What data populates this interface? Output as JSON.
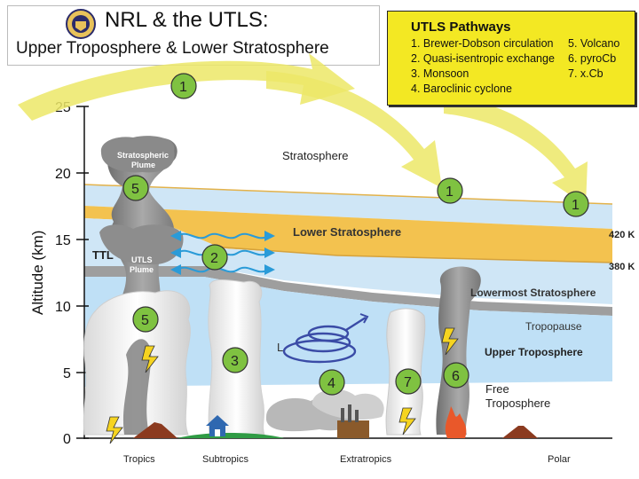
{
  "title": {
    "line1": "NRL & the UTLS:",
    "line2": "Upper Troposphere & Lower Stratosphere"
  },
  "legend": {
    "title": "UTLS Pathways",
    "items": [
      "1. Brewer-Dobson circulation",
      "2. Quasi-isentropic exchange",
      "3. Monsoon",
      "4. Baroclinic cyclone",
      "5. Volcano",
      "6. pyroCb",
      "7. x.Cb"
    ]
  },
  "axis": {
    "label": "Altitude (km)",
    "ticks": [
      "25",
      "20",
      "15",
      "10",
      "5",
      "0"
    ]
  },
  "regions": {
    "stratosphere": "Stratosphere",
    "lower_stratosphere": "Lower Stratosphere",
    "lowermost_stratosphere": "Lowermost Stratosphere",
    "tropopause": "Tropopause",
    "upper_troposphere": "Upper Troposphere",
    "free_troposphere_1": "Free",
    "free_troposphere_2": "Troposphere",
    "ttl": "TTL"
  },
  "isentropes": {
    "upper": "420 K",
    "lower": "380 K"
  },
  "plumes": {
    "stratospheric_1": "Stratospheric",
    "stratospheric_2": "Plume",
    "utls_1": "UTLS",
    "utls_2": "Plume"
  },
  "pathway_markers": {
    "m1_top": "1",
    "m1_mid": "1",
    "m1_right": "1",
    "m2": "2",
    "m3": "3",
    "m4": "4",
    "m5_upper": "5",
    "m5_lower": "5",
    "m6": "6",
    "m7": "7"
  },
  "low_pressure": "L",
  "latitudes": [
    "Tropics",
    "Subtropics",
    "Extratropics",
    "Polar"
  ],
  "colors": {
    "stratosphere_blue": "#cfe6f6",
    "lower_strat_gold": "#f3c24f",
    "tropopause_grey": "#8d8d8d",
    "troposphere_blue": "#bfe0f6",
    "marker_green": "#7fc241",
    "legend_yellow": "#f3e823",
    "arrow_yellow": "#ece867"
  }
}
